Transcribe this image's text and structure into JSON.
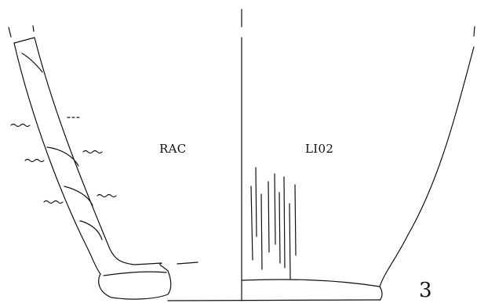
{
  "drawing": {
    "left_label": "RAC",
    "right_label": "LI02",
    "figure_number": "3",
    "ink_color": "#111111",
    "background_color": "#ffffff"
  }
}
